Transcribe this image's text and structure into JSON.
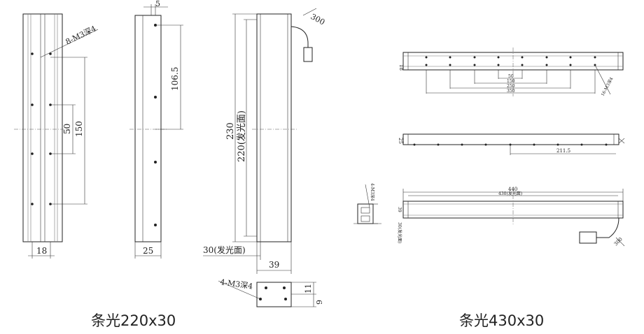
{
  "left_set": {
    "caption": "条光220x30",
    "front": {
      "hole_note": "8-M3深4",
      "dim_pitch_small": "50",
      "dim_pitch_large": "150",
      "dim_width": "18"
    },
    "side": {
      "dim_top": "5",
      "dim_hole": "106.5",
      "dim_width": "25"
    },
    "profile": {
      "cable_len": "300",
      "dim_total": "230",
      "dim_emit": "220(发光面)",
      "dim_emit_w": "30(发光面)",
      "dim_w": "39"
    },
    "endcap": {
      "hole_note": "4-M3深4",
      "dim_a": "11",
      "dim_b": "9"
    }
  },
  "right_set": {
    "caption": "条光430x30",
    "top": {
      "dim_side": "18",
      "dim_50": "50",
      "dim_150": "150",
      "dim_250": "250",
      "dim_350": "350",
      "hole_note": "16-M3深4"
    },
    "mid": {
      "dim_side": "25",
      "dim_span": "211.5"
    },
    "bottom": {
      "dim_total": "440",
      "dim_emit": "430(发光面)",
      "dim_left": "39",
      "dim_emit_h": "30(发光面)",
      "endcap_note": "4-M3深4",
      "cable": "300"
    }
  }
}
